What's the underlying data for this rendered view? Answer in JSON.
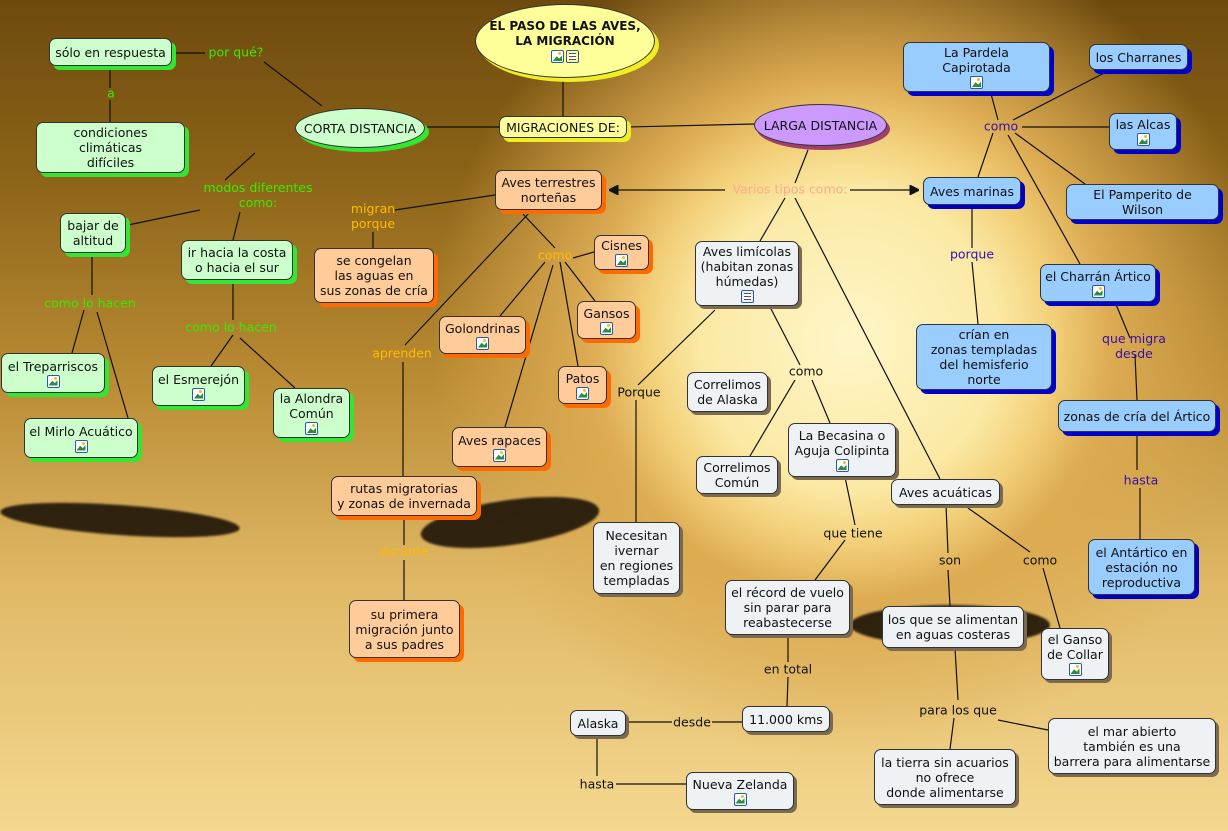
{
  "title": {
    "text": "EL PASO DE LAS AVES,\nLA MIGRACIÓN",
    "icons": [
      "image-icon",
      "document-icon"
    ]
  },
  "colors": {
    "green": "#ccffcc",
    "orange": "#ffcc99",
    "blue": "#99ccff",
    "white": "#eef2f5",
    "yellow": "#ffff99",
    "purple": "#cc99ff"
  },
  "nodes": [
    {
      "id": "migraciones",
      "text": "MIGRACIONES DE:",
      "style": "yellow"
    },
    {
      "id": "corta",
      "text": "CORTA DISTANCIA",
      "style": "green ellipse"
    },
    {
      "id": "larga",
      "text": "LARGA DISTANCIA",
      "style": "purple ellipse"
    },
    {
      "id": "solo",
      "text": "sólo en respuesta",
      "style": "green"
    },
    {
      "id": "condiciones",
      "text": "condiciones climáticas\ndifíciles",
      "style": "green"
    },
    {
      "id": "bajar",
      "text": "bajar de\naltitud",
      "style": "green"
    },
    {
      "id": "ir",
      "text": "ir hacia la costa\no hacia el sur",
      "style": "green"
    },
    {
      "id": "trepa",
      "text": "el Treparriscos",
      "style": "green",
      "icons": [
        "image-icon"
      ]
    },
    {
      "id": "mirlo",
      "text": "el Mirlo Acuático",
      "style": "green",
      "icons": [
        "image-icon"
      ]
    },
    {
      "id": "esme",
      "text": "el Esmerejón",
      "style": "green",
      "icons": [
        "image-icon"
      ]
    },
    {
      "id": "alondra",
      "text": "la Alondra\nComún",
      "style": "green",
      "icons": [
        "image-icon"
      ]
    },
    {
      "id": "terrestres",
      "text": "Aves terrestres\nnorteñas",
      "style": "orange"
    },
    {
      "id": "congelan",
      "text": "se congelan\nlas aguas en\nsus zonas de cría",
      "style": "orange"
    },
    {
      "id": "cisnes",
      "text": "Cisnes",
      "style": "orange",
      "icons": [
        "image-icon"
      ]
    },
    {
      "id": "golondrinas",
      "text": "Golondrinas",
      "style": "orange",
      "icons": [
        "image-icon"
      ]
    },
    {
      "id": "gansos",
      "text": "Gansos",
      "style": "orange",
      "icons": [
        "image-icon"
      ]
    },
    {
      "id": "patos",
      "text": "Patos",
      "style": "orange",
      "icons": [
        "image-icon"
      ]
    },
    {
      "id": "rapaces",
      "text": "Aves rapaces",
      "style": "orange",
      "icons": [
        "image-icon"
      ]
    },
    {
      "id": "rutas",
      "text": "rutas migratorias\ny zonas de invernada",
      "style": "orange"
    },
    {
      "id": "primera",
      "text": "su primera\nmigración junto\na sus padres",
      "style": "orange"
    },
    {
      "id": "limicolas",
      "text": "Aves limícolas\n(habitan zonas\nhúmedas)",
      "style": "white",
      "icons": [
        "document-icon"
      ]
    },
    {
      "id": "corralaska",
      "text": "Correlimos\nde Alaska",
      "style": "white"
    },
    {
      "id": "corrcomun",
      "text": "Correlimos\nComún",
      "style": "white"
    },
    {
      "id": "becasina",
      "text": "La Becasina o\nAguja Colipinta",
      "style": "white",
      "icons": [
        "image-icon"
      ]
    },
    {
      "id": "necesitan",
      "text": "Necesitan\nivernar\nen regiones\ntempladas",
      "style": "white"
    },
    {
      "id": "acuaticas",
      "text": "Aves acuáticas",
      "style": "white"
    },
    {
      "id": "record",
      "text": "el récord de vuelo\nsin parar para\nreabastecerse",
      "style": "white"
    },
    {
      "id": "alimentan",
      "text": "los que se alimentan\nen aguas costeras",
      "style": "white"
    },
    {
      "id": "collar",
      "text": "el Ganso\nde Collar",
      "style": "white",
      "icons": [
        "image-icon"
      ]
    },
    {
      "id": "alaska",
      "text": "Alaska",
      "style": "white"
    },
    {
      "id": "kms",
      "text": "11.000 kms",
      "style": "white"
    },
    {
      "id": "nz",
      "text": "Nueva Zelanda",
      "style": "white",
      "icons": [
        "image-icon"
      ]
    },
    {
      "id": "tierra",
      "text": "la tierra sin acuarios\nno ofrece\ndonde alimentarse",
      "style": "white"
    },
    {
      "id": "mar",
      "text": "el mar abierto\ntambién es una\nbarrera para alimentarse",
      "style": "white"
    },
    {
      "id": "pardela",
      "text": "La Pardela Capirotada",
      "style": "blue",
      "icons": [
        "image-icon"
      ]
    },
    {
      "id": "charranes",
      "text": "los Charranes",
      "style": "blue"
    },
    {
      "id": "alcas",
      "text": "las Alcas",
      "style": "blue",
      "icons": [
        "image-icon"
      ]
    },
    {
      "id": "pamperito",
      "text": "El Pamperito de Wilson",
      "style": "blue"
    },
    {
      "id": "marinas",
      "text": "Aves marinas",
      "style": "blue"
    },
    {
      "id": "artico",
      "text": "el Charrán Ártico",
      "style": "blue",
      "icons": [
        "image-icon"
      ]
    },
    {
      "id": "crian",
      "text": "crían en\nzonas templadas\ndel hemisferio norte",
      "style": "blue"
    },
    {
      "id": "zonascria",
      "text": "zonas de cría del Ártico",
      "style": "blue"
    },
    {
      "id": "antartico",
      "text": "el Antártico en\nestación no\nreproductiva",
      "style": "blue"
    }
  ],
  "link_labels": [
    {
      "id": "porque1",
      "text": "por qué?",
      "color": "green"
    },
    {
      "id": "a",
      "text": "a",
      "color": "green"
    },
    {
      "id": "modos",
      "text": "modos diferentes\ncomo:",
      "color": "green"
    },
    {
      "id": "comolo1",
      "text": "como lo hacen",
      "color": "green"
    },
    {
      "id": "comolo2",
      "text": "como lo hacen",
      "color": "green"
    },
    {
      "id": "migran",
      "text": "migran\nporque",
      "color": "orange"
    },
    {
      "id": "como1",
      "text": "como",
      "color": "orange"
    },
    {
      "id": "aprenden",
      "text": "aprenden",
      "color": "orange"
    },
    {
      "id": "durante",
      "text": "durante",
      "color": "orange"
    },
    {
      "id": "varios",
      "text": "Varios tipos como:",
      "color": "pink"
    },
    {
      "id": "porque2",
      "text": "Porque",
      "color": "black"
    },
    {
      "id": "como2",
      "text": "como",
      "color": "black"
    },
    {
      "id": "quetiene",
      "text": "que tiene",
      "color": "black"
    },
    {
      "id": "son",
      "text": "son",
      "color": "black"
    },
    {
      "id": "como3",
      "text": "como",
      "color": "black"
    },
    {
      "id": "entotal",
      "text": "en total",
      "color": "black"
    },
    {
      "id": "desde",
      "text": "desde",
      "color": "black"
    },
    {
      "id": "hasta1",
      "text": "hasta",
      "color": "black"
    },
    {
      "id": "paralosque",
      "text": "para los que",
      "color": "black"
    },
    {
      "id": "como4",
      "text": "como",
      "color": "purple"
    },
    {
      "id": "porque3",
      "text": "porque",
      "color": "purple"
    },
    {
      "id": "quemigra",
      "text": "que migra desde",
      "color": "purple"
    },
    {
      "id": "hasta2",
      "text": "hasta",
      "color": "purple"
    }
  ]
}
